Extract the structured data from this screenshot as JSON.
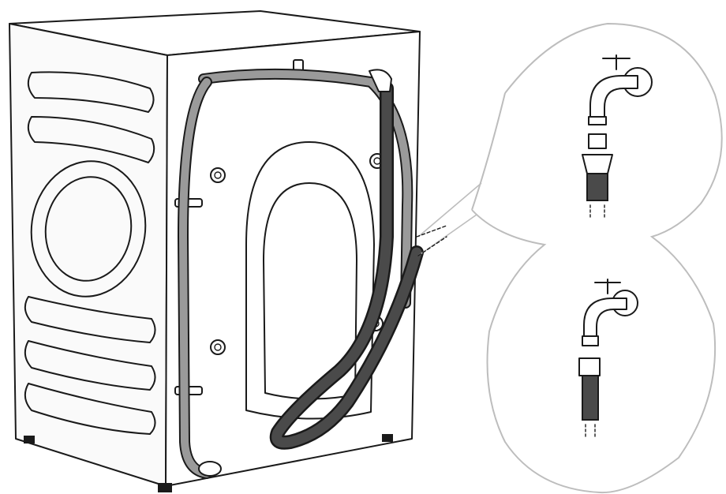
{
  "colors": {
    "outline": "#1a1a1a",
    "inlet_hose": "#9a9a9a",
    "drain_hose": "#4a4a4a",
    "callout_outline": "#bdbdbd",
    "background": "#ffffff"
  },
  "icons": [
    "washing-machine",
    "inlet-hose",
    "drain-hose",
    "water-tap",
    "hose-connector"
  ]
}
